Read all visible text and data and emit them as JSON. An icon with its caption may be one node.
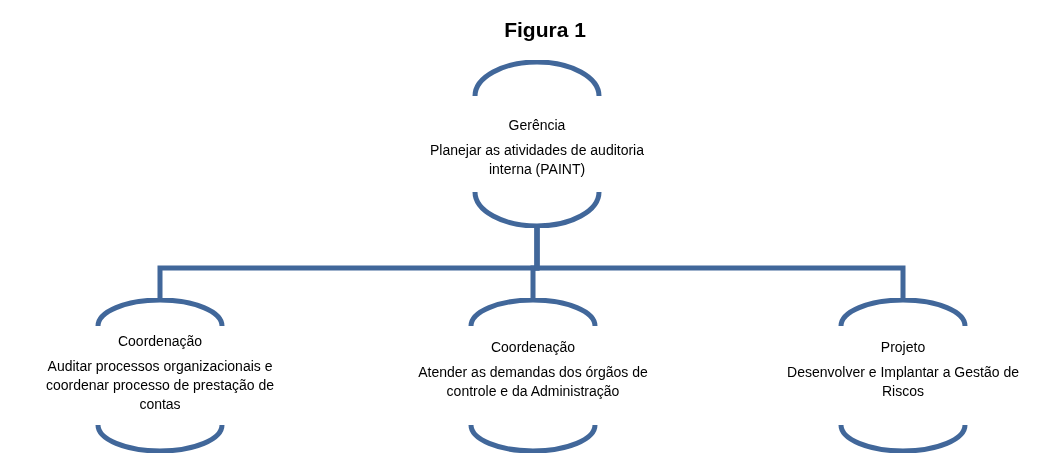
{
  "diagram": {
    "title": "Figura 1",
    "nodes": [
      {
        "text": [
          "Gerência",
          "Planejar as atividades de auditoria interna (PAINT)"
        ]
      },
      {
        "text": [
          "Coordenação",
          "Auditar processos organizacionais e coordenar processo de prestação de contas"
        ]
      },
      {
        "text": [
          "Coordenação",
          "Atender as demandas dos órgãos de controle e da Administração"
        ]
      },
      {
        "text": [
          "Projeto",
          "Desenvolver e Implantar a Gestão de Riscos"
        ]
      }
    ],
    "edges": [
      {
        "from": 0,
        "to": 1,
        "arrow": "none"
      },
      {
        "from": 0,
        "to": 2,
        "arrow": "none"
      },
      {
        "from": 0,
        "to": 3,
        "arrow": "none"
      }
    ]
  }
}
